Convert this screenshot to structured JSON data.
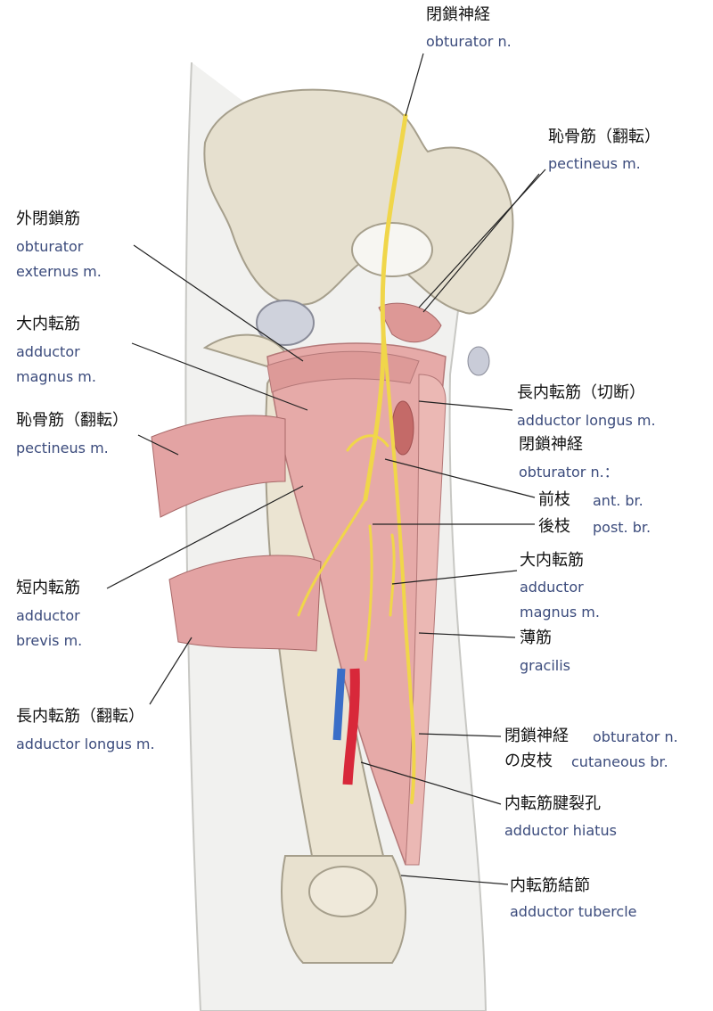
{
  "labels": {
    "obturator_nerve_top": {
      "jp": "閉鎖神経",
      "en": "obturator n."
    },
    "pectineus_top": {
      "jp": "恥骨筋（翻転）",
      "en": "pectineus m."
    },
    "obturator_externus": {
      "jp": "外閉鎖筋",
      "en1": "obturator",
      "en2": "externus m."
    },
    "adductor_magnus_left": {
      "jp": "大内転筋",
      "en1": "adductor",
      "en2": "magnus m."
    },
    "pectineus_left": {
      "jp": "恥骨筋（翻転）",
      "en": "pectineus m."
    },
    "adductor_brevis": {
      "jp": "短内転筋",
      "en1": "adductor",
      "en2": "brevis m."
    },
    "adductor_longus_left": {
      "jp": "長内転筋（翻転）",
      "en": "adductor longus m."
    },
    "adductor_longus_cut": {
      "jp": "長内転筋（切断）",
      "en": "adductor longus m."
    },
    "obturator_nerve_branches": {
      "jp": "閉鎖神経",
      "en": "obturator n.：",
      "ant_jp": "前枝",
      "ant_en": "ant. br.",
      "post_jp": "後枝",
      "post_en": "post. br."
    },
    "adductor_magnus_right": {
      "jp": "大内転筋",
      "en1": "adductor",
      "en2": "magnus m."
    },
    "gracilis": {
      "jp": "薄筋",
      "en": "gracilis"
    },
    "cutaneous_branch": {
      "jp1": "閉鎖神経",
      "en1": "obturator n.",
      "jp2": "の皮枝",
      "en2": "cutaneous br."
    },
    "adductor_hiatus": {
      "jp": "内転筋腱裂孔",
      "en": "adductor hiatus"
    },
    "adductor_tubercle": {
      "jp": "内転筋結節",
      "en": "adductor tubercle"
    }
  },
  "colors": {
    "bone": "#e8e2d2",
    "muscle": "#e3a3a3",
    "nerve": "#f0d64a",
    "artery": "#d8283a",
    "vein": "#3a6ec8",
    "english_text": "#3b4b7c"
  }
}
